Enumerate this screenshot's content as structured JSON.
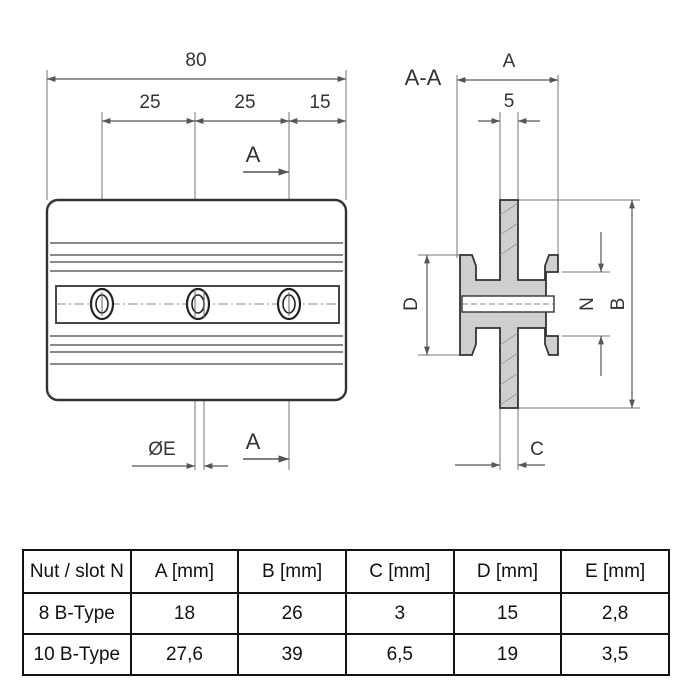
{
  "drawing": {
    "front_view": {
      "dim_total": "80",
      "dim_segment_1": "25",
      "dim_segment_2": "25",
      "dim_segment_3": "15",
      "section_marker_top": "A",
      "section_marker_bottom": "A",
      "hole_label": "ØE"
    },
    "section_view": {
      "title": "A-A",
      "dim_a": "A",
      "dim_5": "5",
      "dim_b": "B",
      "dim_c": "C",
      "dim_d": "D",
      "dim_n": "N"
    }
  },
  "table": {
    "headers": [
      "Nut / slot N",
      "A [mm]",
      "B [mm]",
      "C [mm]",
      "D [mm]",
      "E [mm]"
    ],
    "rows": [
      [
        "8 B-Type",
        "18",
        "26",
        "3",
        "15",
        "2,8"
      ],
      [
        "10 B-Type",
        "27,6",
        "39",
        "6,5",
        "19",
        "3,5"
      ]
    ]
  }
}
